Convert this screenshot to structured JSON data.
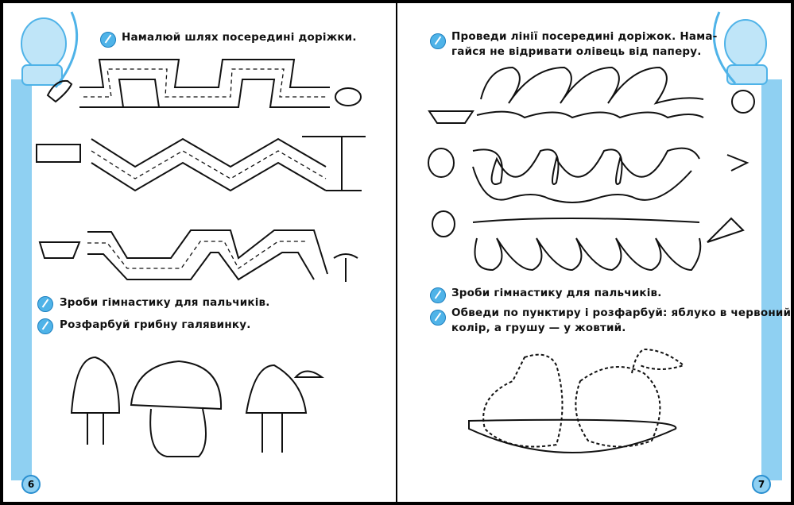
{
  "left_page": {
    "tasks": [
      {
        "icon": "pencil-icon",
        "text": "Намалюй шлях посередині доріжки."
      },
      {
        "icon": "hand-icon",
        "text": "Зроби гімнастику для пальчиків."
      },
      {
        "icon": "pencil-icon",
        "text": "Розфарбуй грибну галявинку."
      }
    ],
    "page_number": "6"
  },
  "right_page": {
    "tasks": [
      {
        "icon": "pencil-icon",
        "text": "Проведи лінії посередині доріжок. Нама-",
        "text2": "гайся не відривати олівець від паперу."
      },
      {
        "icon": "hand-icon",
        "text": "Зроби гімнастику для пальчиків."
      },
      {
        "icon": "pencil-icon",
        "text": "Обведи по пунктиру і розфарбуй: яблуко в червоний",
        "text2": "колір, а грушу — у жовтий."
      }
    ],
    "page_number": "7"
  },
  "colors": {
    "accent": "#8fd0f2",
    "icon": "#4fb3e8"
  }
}
